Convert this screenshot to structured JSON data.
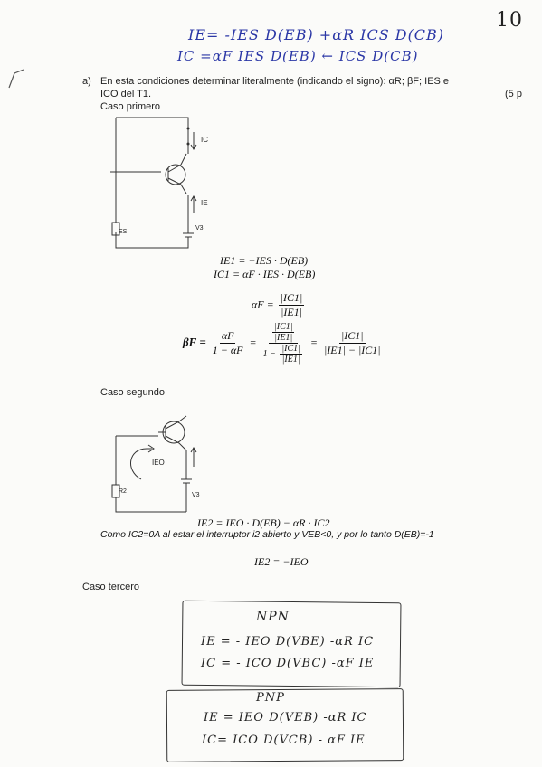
{
  "page_number": "10",
  "header_equations": {
    "line1": "IE= -IES D(EB) +αR ICS D(CB)",
    "line2": "IC =αF IES D(EB) ← ICS D(CB)"
  },
  "question": {
    "label": "a)",
    "text_line1": "En esta condiciones determinar literalmente (indicando el signo):  αR;  βF;  IES e",
    "text_line2": "ICO del T1.",
    "points": "(5 p"
  },
  "case1": {
    "title": "Caso primero",
    "labels": {
      "ic": "IC",
      "ie": "IE",
      "res": "ES",
      "src": "V3"
    },
    "eq1": "IE1 = −IES · D(EB)",
    "eq2": "IC1 = αF · IES · D(EB)",
    "alpha_lhs": "αF =",
    "alpha_num": "|IC1|",
    "alpha_den": "|IE1|",
    "beta_lhs": "βF =",
    "beta_f1_num": "αF",
    "beta_f1_den": "1 − αF",
    "beta_f2_num_top": "|IC1|",
    "beta_f2_num_bot": "|IE1|",
    "beta_f2_den_pre": "1 −",
    "beta_f2_den_top": "|IC1|",
    "beta_f2_den_bot": "|IE1|",
    "beta_f3_num": "|IC1|",
    "beta_f3_den": "|IE1| − |IC1|",
    "eq_sign": "="
  },
  "case2": {
    "title": "Caso segundo",
    "labels": {
      "ieo": "IEO",
      "res": "R2",
      "src": "V3"
    },
    "eq1": "IE2 = IEO · D(EB) − αR · IC2",
    "note": "Como IC2=0A al estar el interruptor i2 abierto y VEB<0, y por lo tanto D(EB)=-1",
    "eq2": "IE2 = −IEO"
  },
  "case3": {
    "title": "Caso tercero",
    "npn": {
      "title": "NPN",
      "line1": "IE = - IEO D(VBE) -αR IC",
      "line2": "IC = - ICO  D(VBC) -αF IE"
    },
    "pnp": {
      "title": "PNP",
      "line1": "IE = IEO D(VEB) -αR IC",
      "line2": "IC= ICO D(VCB) - αF IE"
    }
  }
}
